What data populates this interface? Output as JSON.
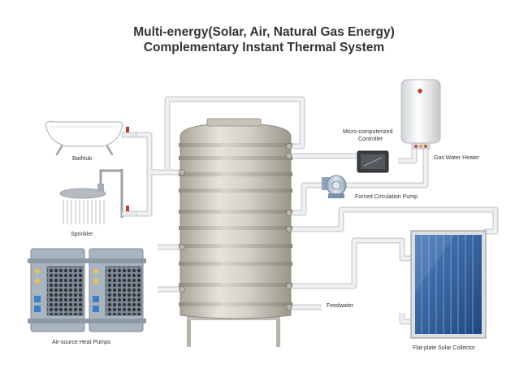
{
  "title": {
    "line1": "Multi-energy(Solar, Air, Natural Gas Energy)",
    "line2": "Complementary Instant Thermal System"
  },
  "labels": {
    "bathtub": "Bathtub",
    "sprinkler": "Sprinkler",
    "heat_pumps": "Air-source Heat Pumps",
    "controller_line1": "Micro-computerized",
    "controller_line2": "Controller",
    "gas_heater": "Gas Water Heater",
    "pump": "Forced Circulation Pump",
    "feedwater": "Feedwater",
    "solar": "Flat-plate Solar Collector"
  },
  "colors": {
    "pipe": "#e2e4e6",
    "pipe_outline": "#c8cbce",
    "tank": "#cfcbc1",
    "solar_panel": "#2f5f9e",
    "text": "#333333"
  }
}
